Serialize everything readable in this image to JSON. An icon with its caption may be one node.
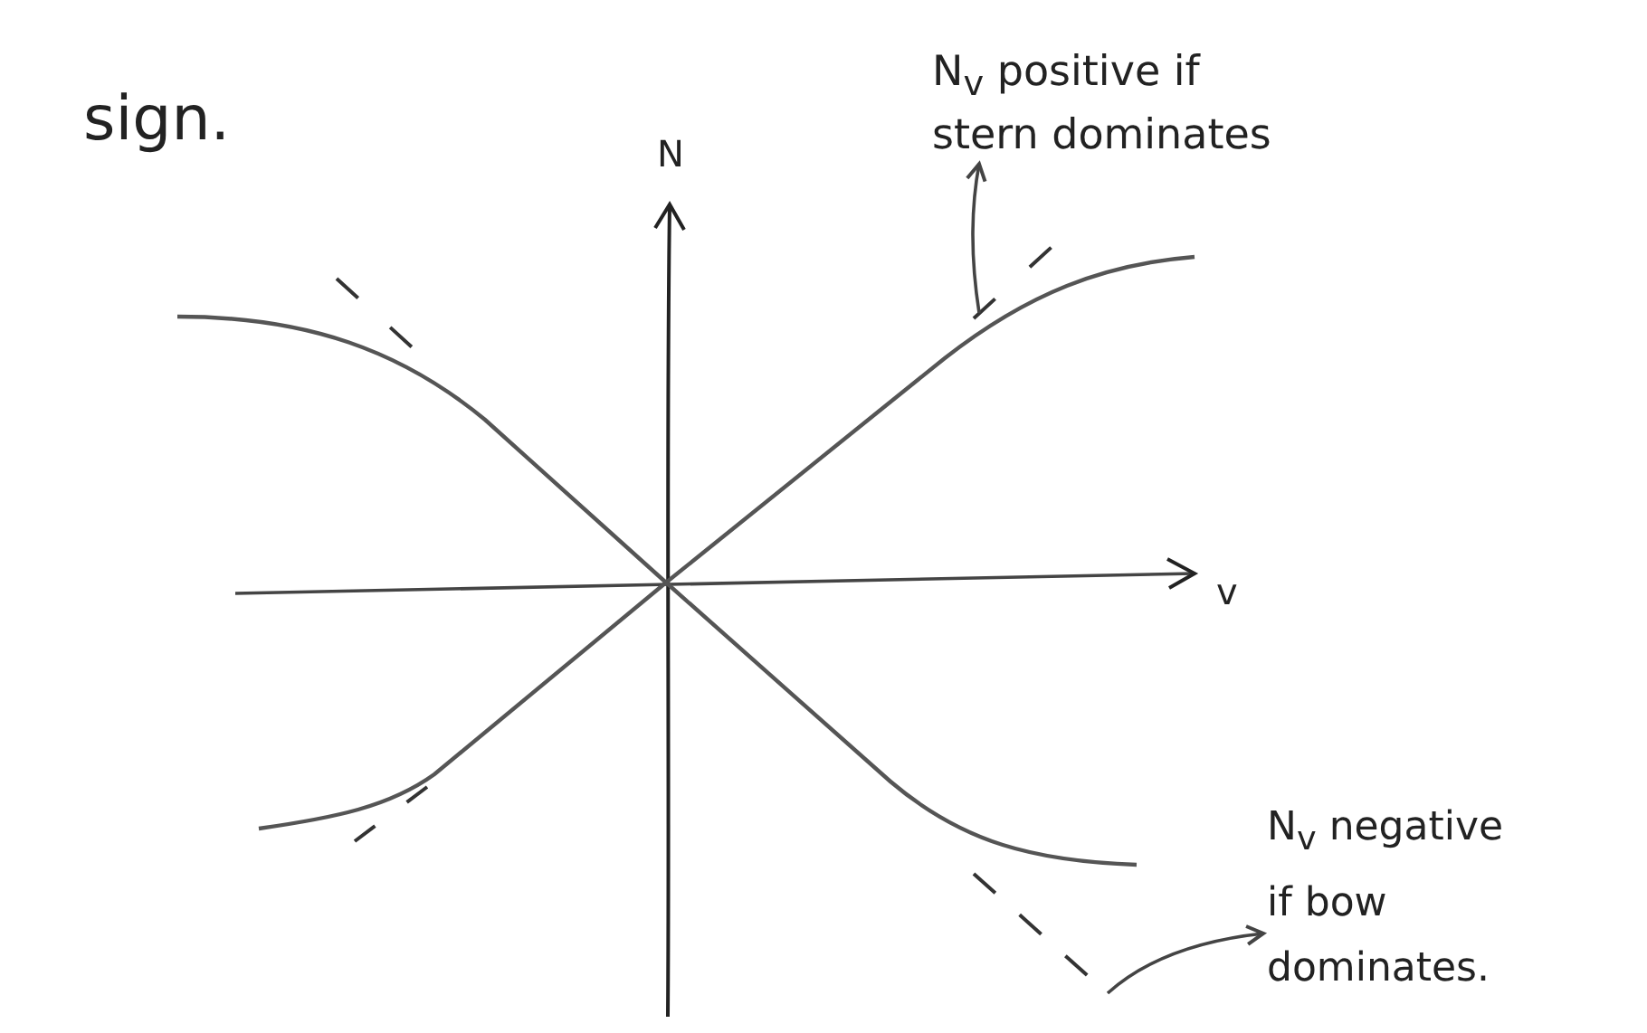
{
  "diagram": {
    "nodes": [
      {
        "text": [
          "N$_{v}$ positive if stern dominates"
        ]
      },
      {
        "text": [],
        "shape": "line"
      },
      {
        "text": [
          "N$_{v}$ negative if bow dominates."
        ]
      },
      {
        "text": [],
        "shape": "line"
      }
    ],
    "edges": [
      {
        "from": 1,
        "to": 0,
        "arrow": "to"
      },
      {
        "from": 3,
        "to": 2,
        "arrow": "to"
      }
    ],
    "labels": [
      "sign.",
      "N",
      "v"
    ]
  }
}
